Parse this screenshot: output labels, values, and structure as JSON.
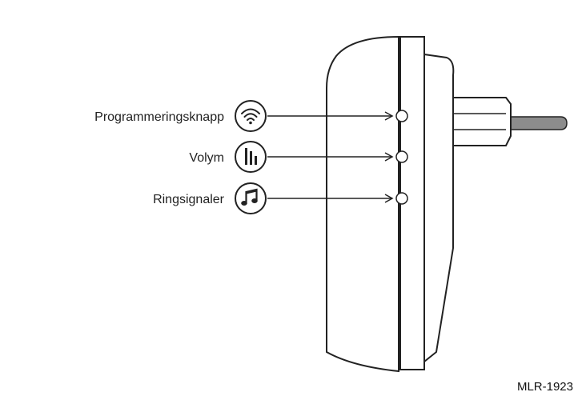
{
  "controls": [
    {
      "label": "Programmeringsknapp",
      "icon": "wifi-icon"
    },
    {
      "label": "Volym",
      "icon": "volume-bars-icon"
    },
    {
      "label": "Ringsignaler",
      "icon": "music-note-icon"
    }
  ],
  "model_code": "MLR-1923",
  "colors": {
    "outline": "#222222",
    "plug_pin": "#8c8c8c",
    "text": "#222222"
  }
}
